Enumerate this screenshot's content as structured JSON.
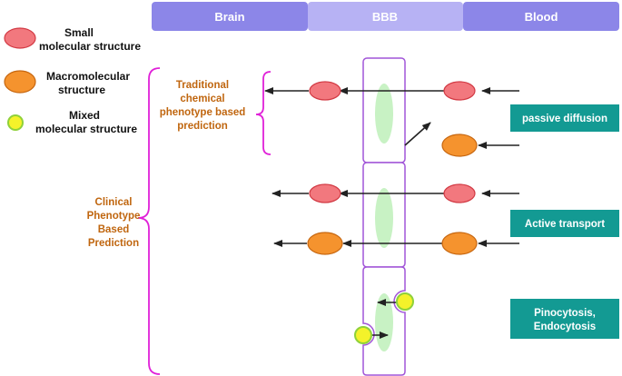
{
  "header": {
    "brain": "Brain",
    "bbb": "BBB",
    "blood": "Blood"
  },
  "legend": {
    "small_line1": "Small",
    "small_line2": "molecular structure",
    "macro_line1": "Macromolecular",
    "macro_line2": "structure",
    "mixed_line1": "Mixed",
    "mixed_line2": "molecular structure"
  },
  "labels": {
    "traditional_line1": "Traditional",
    "traditional_line2": "chemical",
    "traditional_line3": "phenotype based",
    "traditional_line4": "prediction",
    "clinical_line1": "Clinical",
    "clinical_line2": "Phenotype",
    "clinical_line3": "Based",
    "clinical_line4": "Prediction"
  },
  "mechanisms": {
    "passive": "passive diffusion",
    "active": "Active transport",
    "pino_line1": "Pinocytosis,",
    "pino_line2": "Endocytosis"
  },
  "colors": {
    "header_fill": "#8c86e8",
    "header_mid_fill": "#b7b2f4",
    "small_fill": "#f2787e",
    "small_stroke": "#d23a44",
    "macro_fill": "#f5932e",
    "macro_stroke": "#c76710",
    "mixed_fill": "#f4f22a",
    "mixed_stroke": "#8fd13a",
    "cell_stroke": "#a155d8",
    "channel_fill": "#c8f2c4",
    "mechanism_fill": "#139a93",
    "brace_color": "#e020d8",
    "label_color": "#c0660f"
  }
}
